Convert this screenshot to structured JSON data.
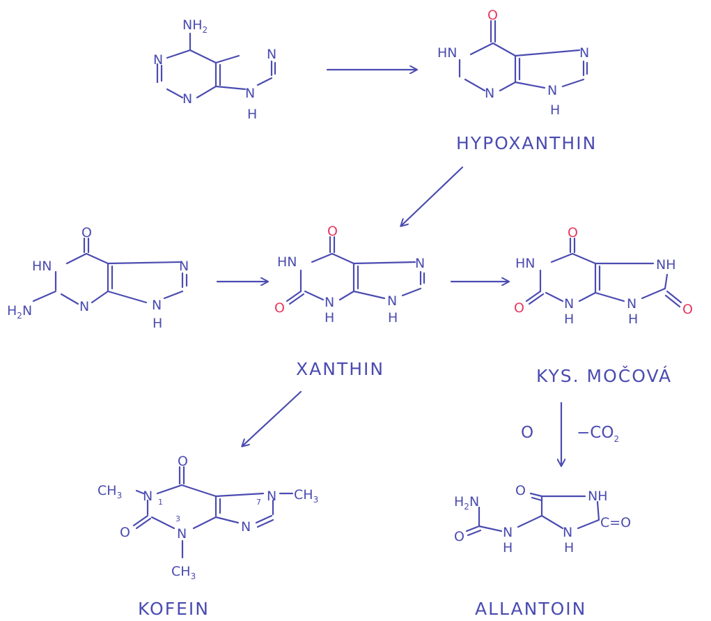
{
  "colors": {
    "ink": "#4a4bb0",
    "oxygen": "#e8385f"
  },
  "diagram": {
    "adenine": {
      "nh2": "NH",
      "nh2_sub": "2",
      "n": "N",
      "h": "H"
    },
    "hypoxanthine": {
      "o": "O",
      "hn": "HN",
      "n": "N",
      "h": "H",
      "caption": "HYPOXANTHIN"
    },
    "guanine": {
      "o": "O",
      "hn": "HN",
      "h2n_h": "H",
      "h2n_sub": "2",
      "h2n_n": "N",
      "n": "N",
      "h": "H"
    },
    "xanthine": {
      "o": "O",
      "hn": "HN",
      "n": "N",
      "h": "H",
      "caption": "XANTHIN"
    },
    "uric_acid": {
      "o": "O",
      "hn": "HN",
      "nh": "NH",
      "n": "N",
      "h": "H",
      "caption": "KYS. MOČOVÁ"
    },
    "arrow_labels": {
      "oxygen": "O",
      "decarb": "−CO",
      "decarb_sub": "2"
    },
    "caffeine": {
      "ch3": "CH",
      "ch3_sub": "3",
      "n": "N",
      "o": "O",
      "pos1": "1",
      "pos3": "3",
      "pos7": "7",
      "caption": "KOFEIN"
    },
    "allantoin": {
      "h2n_h": "H",
      "h2n_sub": "2",
      "h2n_n": "N",
      "o": "O",
      "nh": "NH",
      "n": "N",
      "h": "H",
      "eqo": "C=O",
      "caption": "ALLANTOIN"
    }
  }
}
